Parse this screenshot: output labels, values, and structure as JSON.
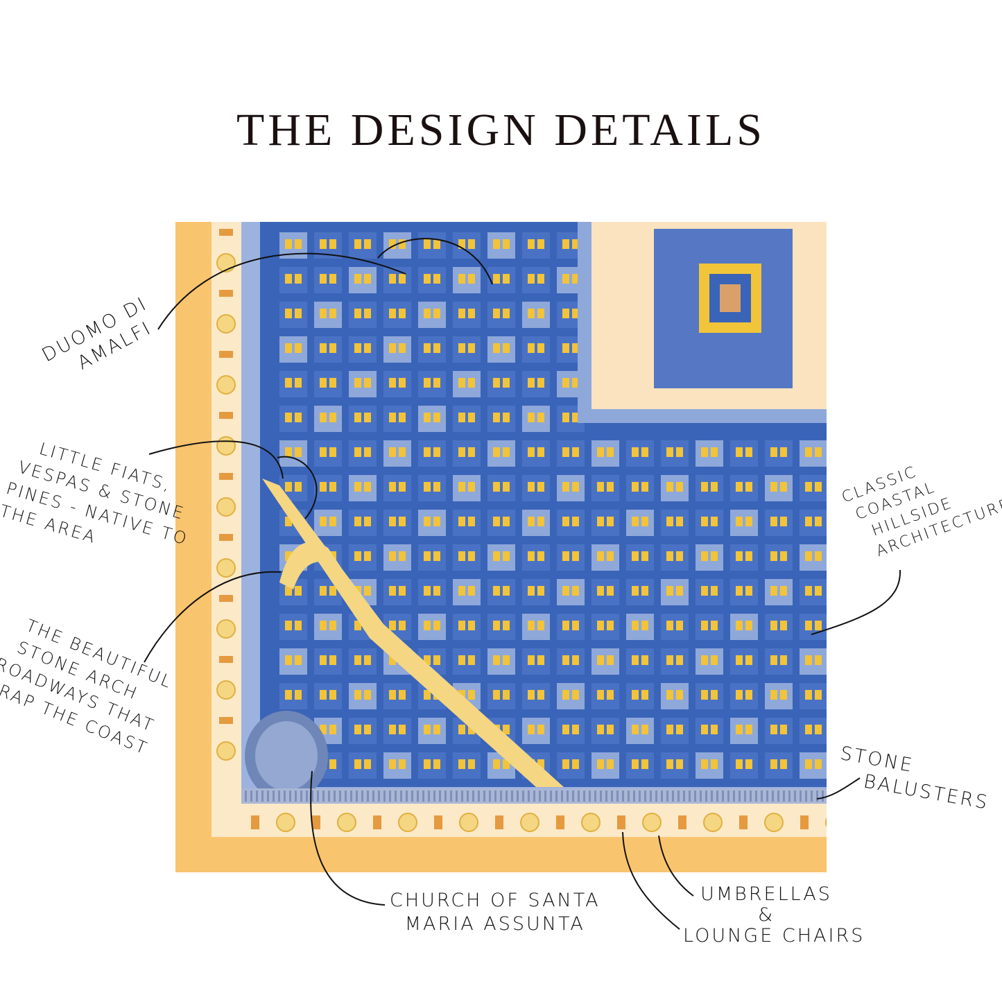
{
  "title": "THE DESIGN DETAILS",
  "colors": {
    "orange": "#F9C46E",
    "cream": "#FCE9C8",
    "blue": "#3A64B8",
    "light_blue": "#8FA8DA",
    "yellow": "#F2C43A",
    "pink": "#F0B8A8"
  },
  "annotations": {
    "duomo": [
      "DUOMO DI",
      "AMALFI"
    ],
    "fiats": [
      "LITTLE FIATS,",
      "VESPAS & STONE",
      "PINES - NATIVE TO",
      "THE AREA"
    ],
    "roadways": [
      "THE BEAUTIFUL",
      "STONE ARCH",
      "ROADWAYS THAT",
      "WRAP THE COAST"
    ],
    "architecture": [
      "CLASSIC",
      "COASTAL",
      "HILLSIDE",
      "ARCHITECTURE"
    ],
    "balusters": [
      "STONE",
      "BALUSTERS"
    ],
    "church": [
      "CHURCH  OF  SANTA",
      "MARIA  ASSUNTA"
    ],
    "umbrellas": [
      "UMBRELLAS",
      "&",
      "LOUNGE CHAIRS"
    ]
  }
}
